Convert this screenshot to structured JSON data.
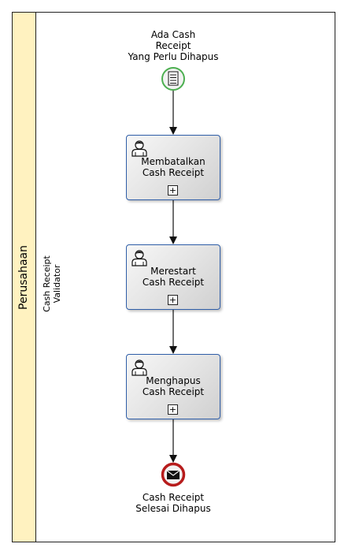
{
  "pool": {
    "title": "Perusahaan"
  },
  "lane": {
    "title_line1": "Cash Receipt",
    "title_line2": "Validator"
  },
  "start_event": {
    "label_lines": [
      "Ada Cash",
      "Receipt",
      "Yang Perlu Dihapus"
    ],
    "icon": "conditional-document-icon",
    "color": "#4caf50"
  },
  "tasks": [
    {
      "label_line1": "Membatalkan",
      "label_line2": "Cash Receipt",
      "icon": "user-icon",
      "marker": "+"
    },
    {
      "label_line1": "Merestart",
      "label_line2": "Cash Receipt",
      "icon": "user-icon",
      "marker": "+"
    },
    {
      "label_line1": "Menghapus",
      "label_line2": "Cash Receipt",
      "icon": "user-icon",
      "marker": "+"
    }
  ],
  "end_event": {
    "label_lines": [
      "Cash Receipt",
      "Selesai Dihapus"
    ],
    "icon": "envelope-icon",
    "color": "#b71c1c"
  },
  "colors": {
    "pool_header": "#fff2c0",
    "task_border": "#2f5ea8"
  }
}
